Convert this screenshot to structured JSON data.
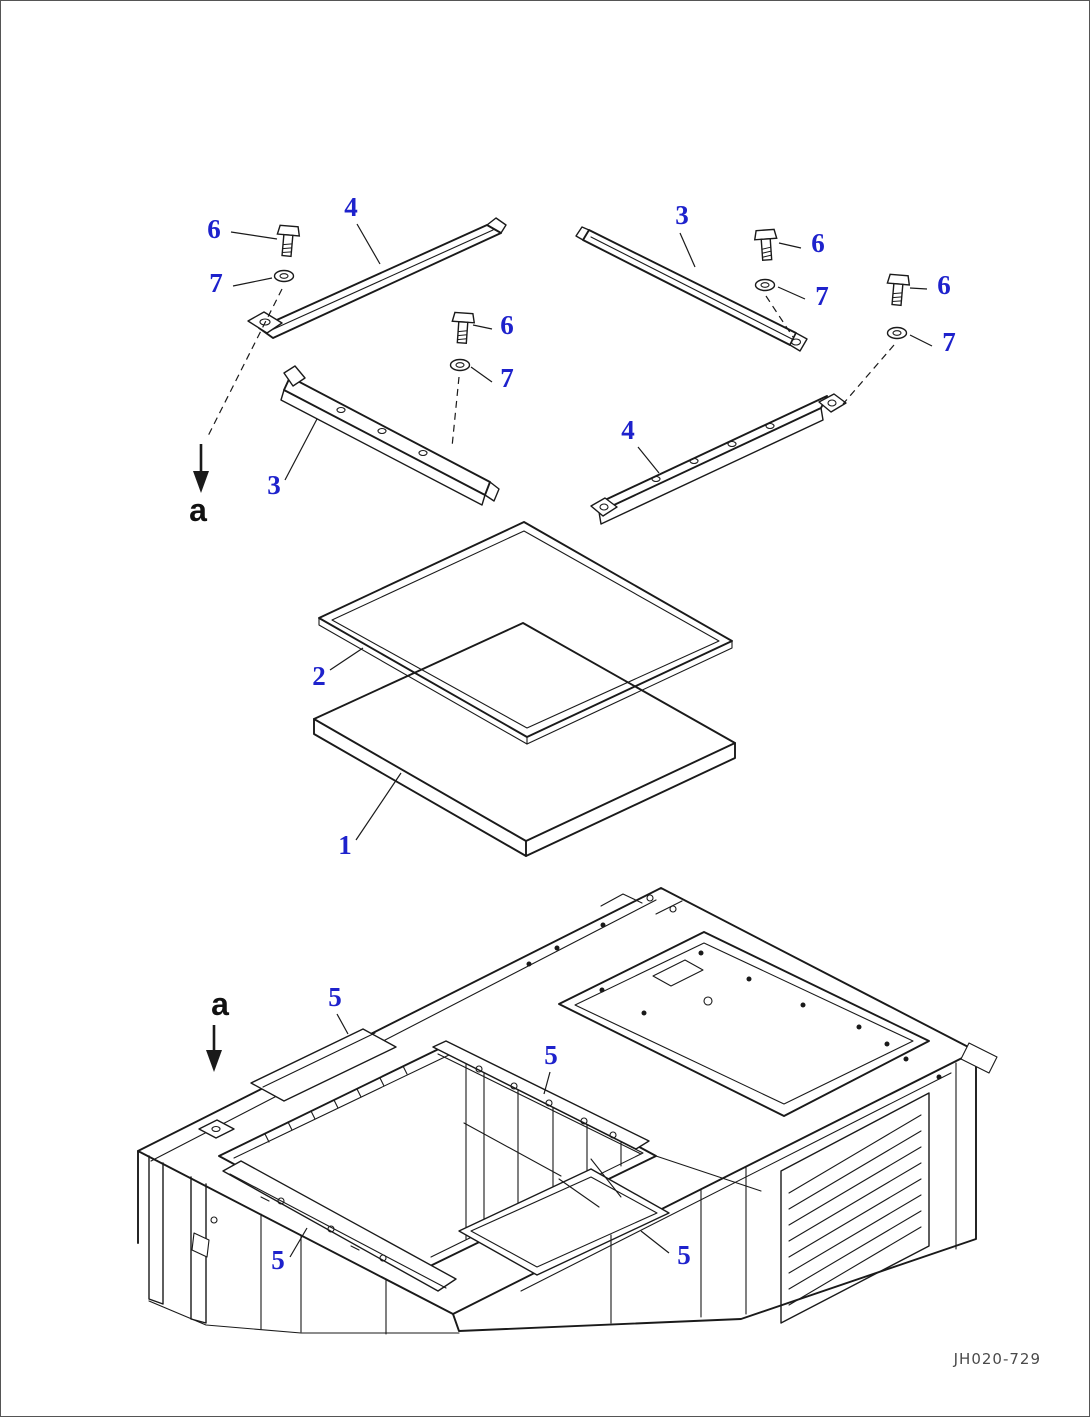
{
  "page": {
    "background": "#ffffff",
    "border_color": "#555555"
  },
  "drawing": {
    "code": "JH020-729",
    "accent_color": "#1e22cc",
    "line_color": "#1a1a1a"
  },
  "view_markers": {
    "top": "a",
    "bottom": "a"
  },
  "callouts": [
    {
      "label": "6"
    },
    {
      "label": "4"
    },
    {
      "label": "3"
    },
    {
      "label": "6"
    },
    {
      "label": "7"
    },
    {
      "label": "7"
    },
    {
      "label": "6"
    },
    {
      "label": "6"
    },
    {
      "label": "7"
    },
    {
      "label": "7"
    },
    {
      "label": "3"
    },
    {
      "label": "4"
    },
    {
      "label": "2"
    },
    {
      "label": "1"
    },
    {
      "label": "5"
    },
    {
      "label": "5"
    },
    {
      "label": "5"
    },
    {
      "label": "5"
    }
  ]
}
